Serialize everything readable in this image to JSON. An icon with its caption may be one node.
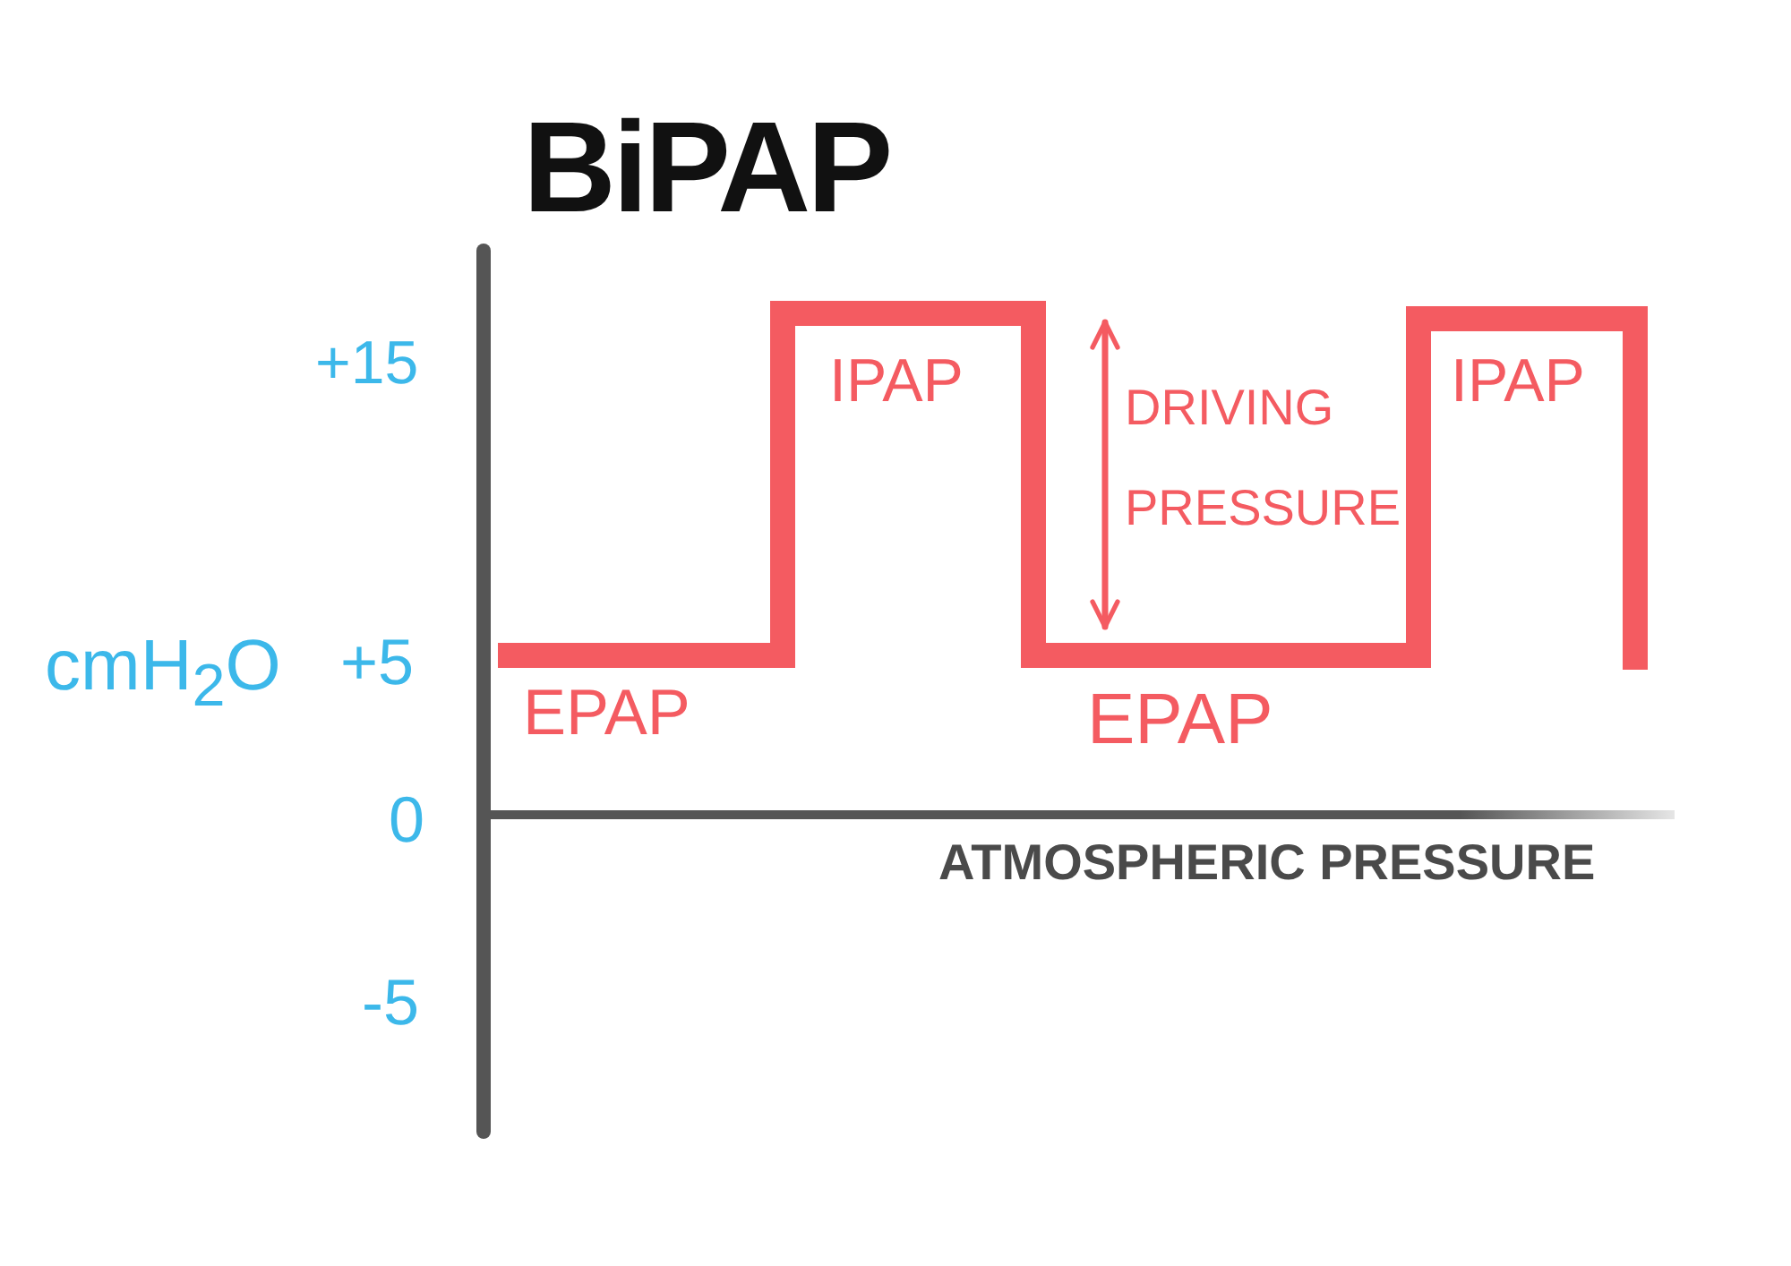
{
  "diagram": {
    "title": "BiPAP",
    "labels": [
      "+15",
      "IPAP",
      "DRIVING PRESSURE",
      "IPAP",
      "cmH$_{2}$O",
      "+5",
      "EPAP",
      "EPAP",
      "0",
      "ATMOSPHERIC PRESSURE",
      "-5"
    ]
  }
}
